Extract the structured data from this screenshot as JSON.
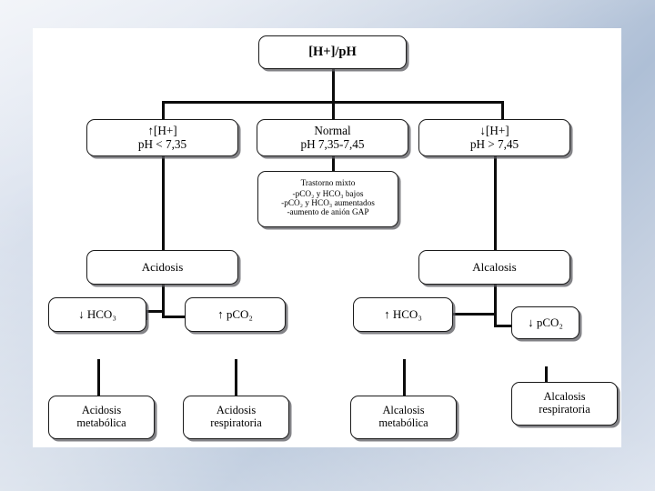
{
  "diagram": {
    "title_node": {
      "label": "[H+]/pH"
    },
    "level2": [
      {
        "name": "high-h",
        "line1": "↑[H+]",
        "line2": "pH < 7,35"
      },
      {
        "name": "normal",
        "line1": "Normal",
        "line2": "pH 7,35-7,45"
      },
      {
        "name": "low-h",
        "line1": "↓[H+]",
        "line2": "pH > 7,45"
      }
    ],
    "mixed_disorder": {
      "title": "Trastorno mixto",
      "items": [
        "-pCO₂ y HCO₃ bajos",
        "-pCO₂ y HCO₃ aumentados",
        "-aumento de anión GAP"
      ]
    },
    "states": [
      {
        "name": "acidosis",
        "label": "Acidosis"
      },
      {
        "name": "alcalosis",
        "label": "Alcalosis"
      }
    ],
    "labs": [
      {
        "name": "hco3-down",
        "label": "↓ HCO₃"
      },
      {
        "name": "pco2-up",
        "label": "↑ pCO₂"
      },
      {
        "name": "hco3-up",
        "label": "↑ HCO₃"
      },
      {
        "name": "pco2-down",
        "label": "↓ pCO₂"
      }
    ],
    "diagnoses": [
      {
        "name": "acidosis-metabolica",
        "line1": "Acidosis",
        "line2": "metabólica"
      },
      {
        "name": "acidosis-respiratoria",
        "line1": "Acidosis",
        "line2": "respiratoria"
      },
      {
        "name": "alcalosis-metabolica",
        "line1": "Alcalosis",
        "line2": "metabólica"
      },
      {
        "name": "alcalosis-respiratoria",
        "line1": "Alcalosis",
        "line2": "respiratoria"
      }
    ],
    "colors": {
      "node_border": "#1a1a1a",
      "node_fill": "#ffffff",
      "connector": "#0c0c0c",
      "shadow": "#5a5a5f",
      "canvas": "#ffffff",
      "slide_background": "#aebfd6"
    }
  }
}
